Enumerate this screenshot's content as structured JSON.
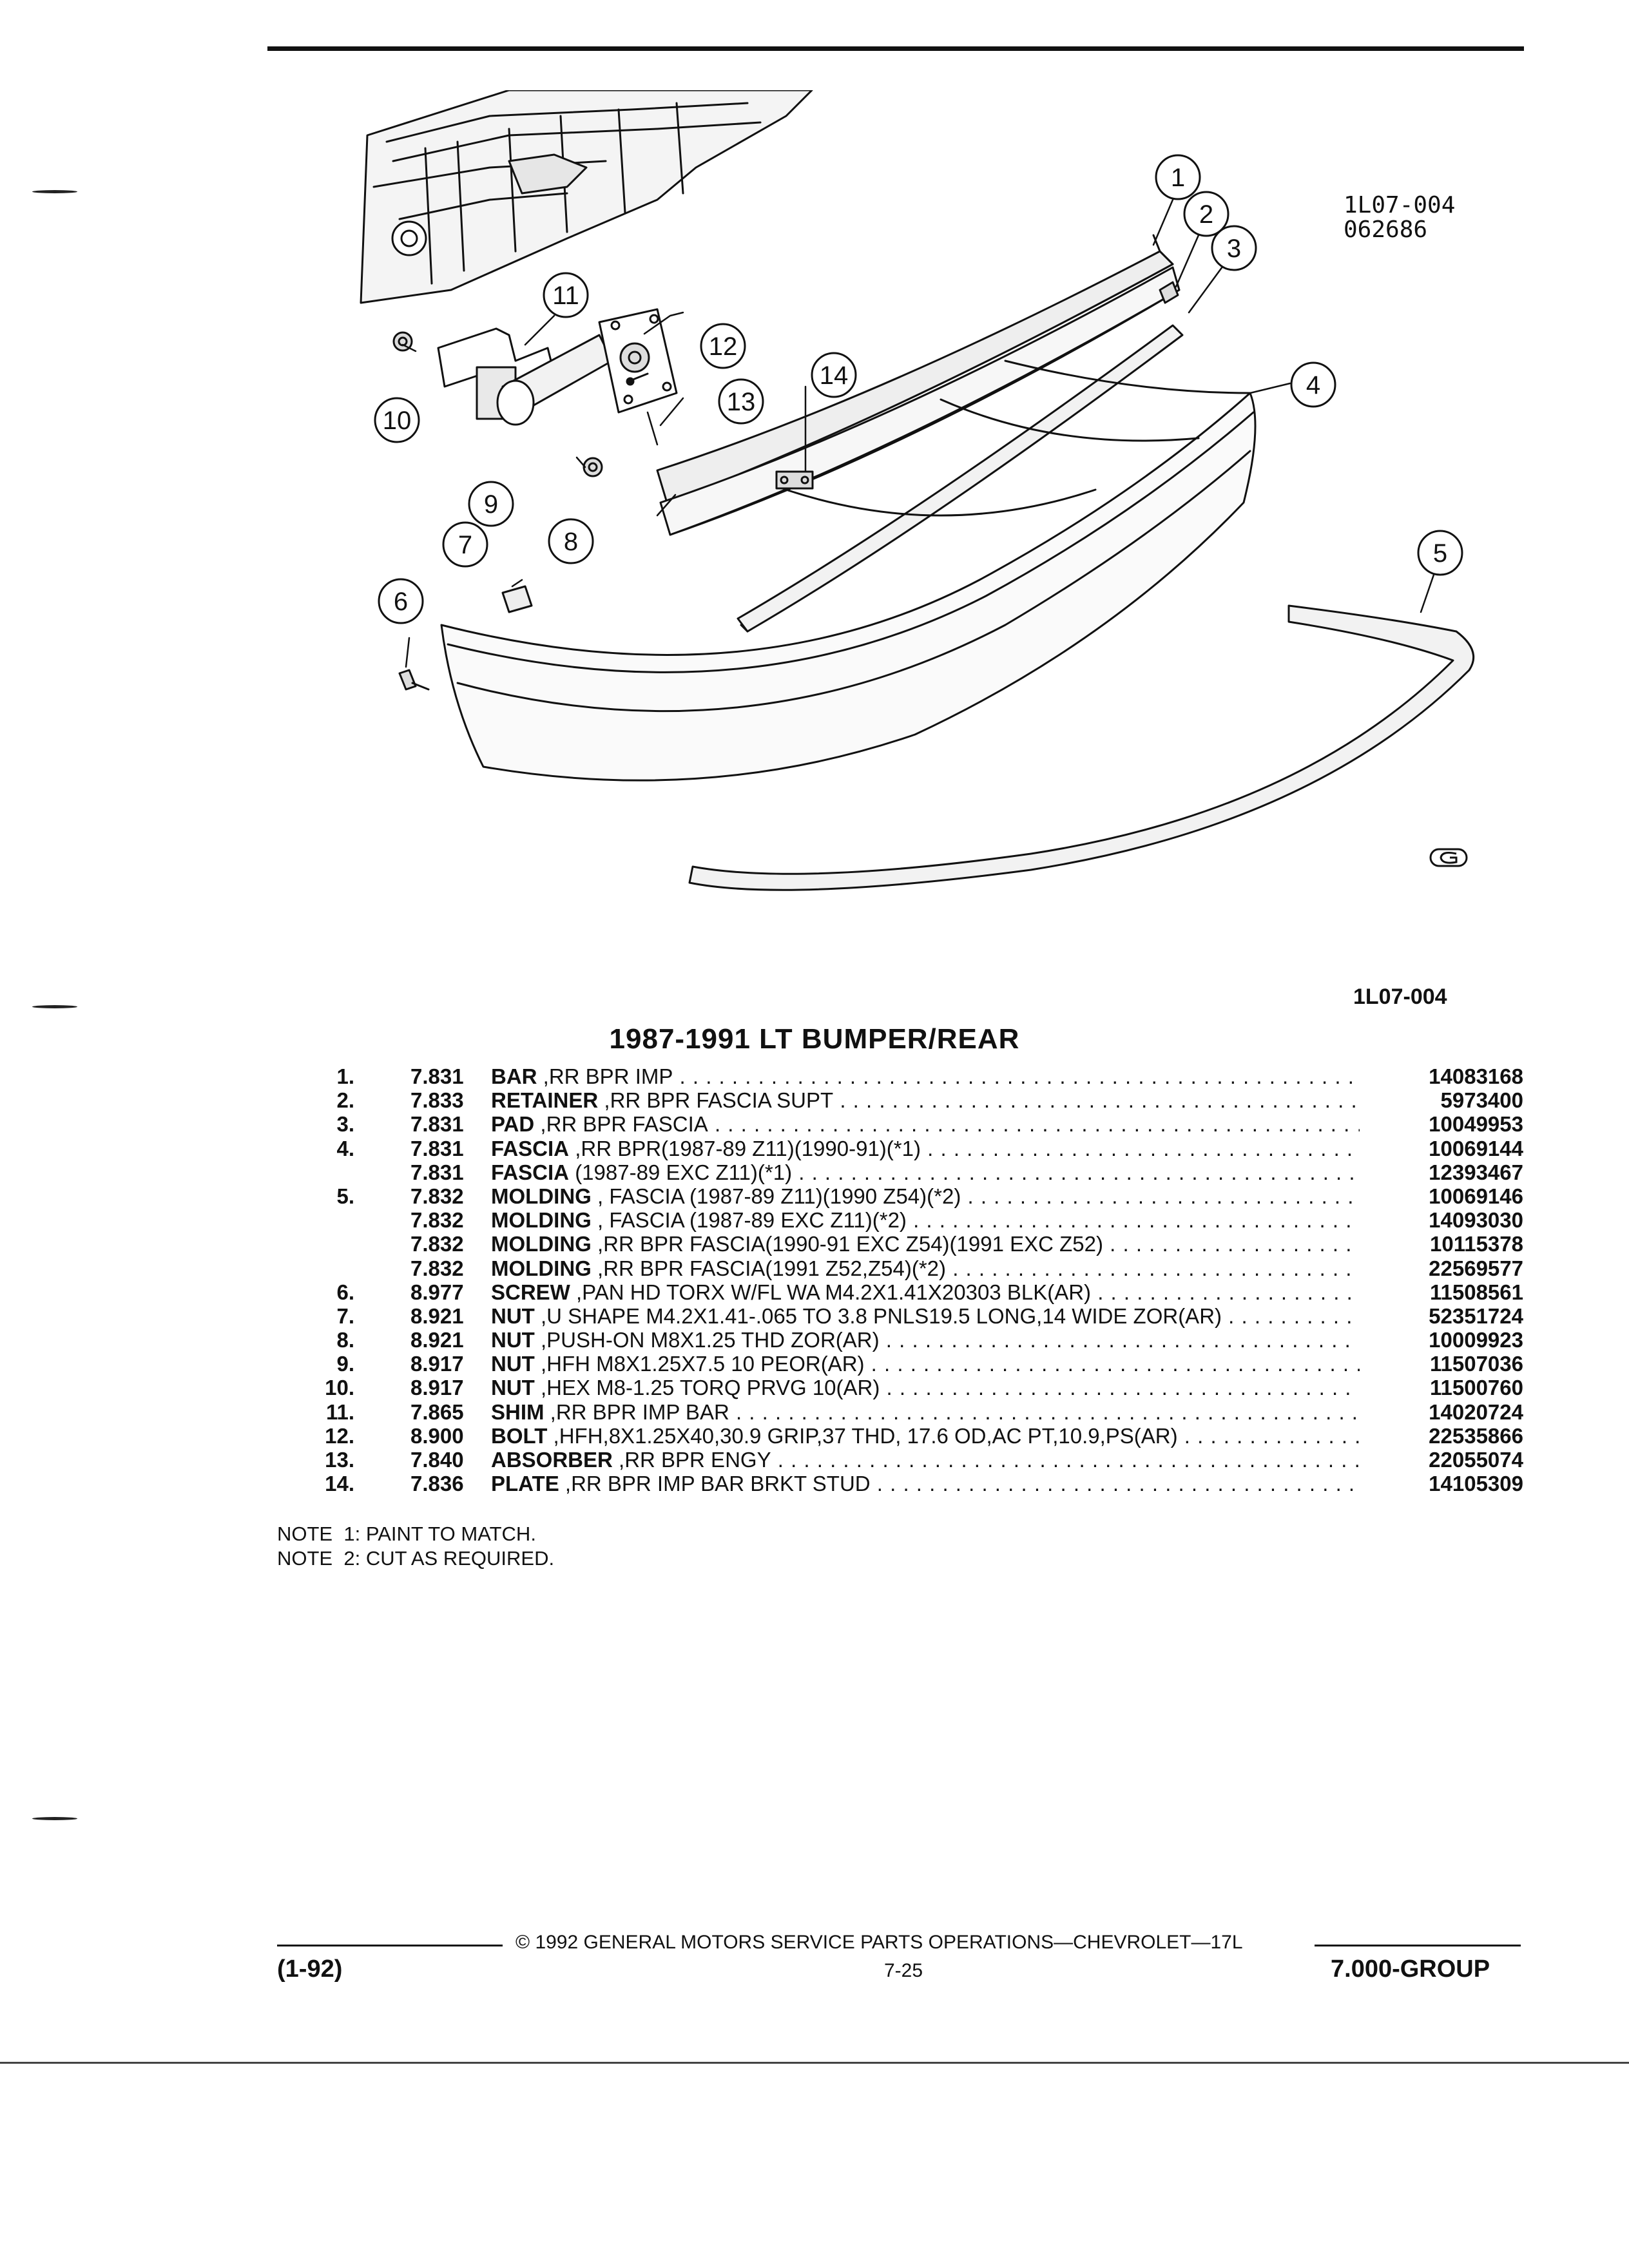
{
  "figure": {
    "id_line1": "1L07-004",
    "id_line2": "062686",
    "ref": "1L07-004",
    "logo": "GM-logo",
    "callouts": [
      "1",
      "2",
      "3",
      "4",
      "5",
      "6",
      "7",
      "8",
      "9",
      "10",
      "11",
      "12",
      "13",
      "14"
    ]
  },
  "title": "1987-1991 LT BUMPER/REAR",
  "parts": [
    {
      "num": "1.",
      "group": "7.831",
      "name": "BAR",
      "desc": ",RR BPR IMP",
      "pn": "14083168"
    },
    {
      "num": "2.",
      "group": "7.833",
      "name": "RETAINER",
      "desc": ",RR BPR FASCIA SUPT",
      "pn": "5973400"
    },
    {
      "num": "3.",
      "group": "7.831",
      "name": "PAD",
      "desc": ",RR BPR FASCIA",
      "pn": "10049953"
    },
    {
      "num": "4.",
      "group": "7.831",
      "name": "FASCIA",
      "desc": ",RR BPR(1987-89 Z11)(1990-91)(*1)",
      "pn": "10069144"
    },
    {
      "num": "",
      "group": "7.831",
      "name": "FASCIA",
      "desc": "(1987-89 EXC Z11)(*1)",
      "pn": "12393467"
    },
    {
      "num": "5.",
      "group": "7.832",
      "name": "MOLDING",
      "desc": ", FASCIA (1987-89 Z11)(1990 Z54)(*2)",
      "pn": "10069146"
    },
    {
      "num": "",
      "group": "7.832",
      "name": "MOLDING",
      "desc": ", FASCIA (1987-89 EXC Z11)(*2)",
      "pn": "14093030"
    },
    {
      "num": "",
      "group": "7.832",
      "name": "MOLDING",
      "desc": ",RR BPR FASCIA(1990-91 EXC Z54)(1991 EXC Z52)",
      "pn": "10115378"
    },
    {
      "num": "",
      "group": "7.832",
      "name": "MOLDING",
      "desc": ",RR BPR FASCIA(1991 Z52,Z54)(*2)",
      "pn": "22569577"
    },
    {
      "num": "6.",
      "group": "8.977",
      "name": "SCREW",
      "desc": ",PAN HD TORX W/FL WA M4.2X1.41X20303 BLK(AR)",
      "pn": "11508561"
    },
    {
      "num": "7.",
      "group": "8.921",
      "name": "NUT",
      "desc": ",U SHAPE M4.2X1.41-.065 TO 3.8 PNLS19.5 LONG,14 WIDE ZOR(AR)",
      "pn": "52351724"
    },
    {
      "num": "8.",
      "group": "8.921",
      "name": "NUT",
      "desc": ",PUSH-ON M8X1.25 THD ZOR(AR)",
      "pn": "10009923"
    },
    {
      "num": "9.",
      "group": "8.917",
      "name": "NUT",
      "desc": ",HFH M8X1.25X7.5 10 PEOR(AR)",
      "pn": "11507036"
    },
    {
      "num": "10.",
      "group": "8.917",
      "name": "NUT",
      "desc": ",HEX M8-1.25 TORQ PRVG 10(AR)",
      "pn": "11500760"
    },
    {
      "num": "11.",
      "group": "7.865",
      "name": "SHIM",
      "desc": ",RR BPR IMP BAR",
      "pn": "14020724"
    },
    {
      "num": "12.",
      "group": "8.900",
      "name": "BOLT",
      "desc": ",HFH,8X1.25X40,30.9 GRIP,37 THD, 17.6 OD,AC PT,10.9,PS(AR)",
      "pn": "22535866"
    },
    {
      "num": "13.",
      "group": "7.840",
      "name": "ABSORBER",
      "desc": ",RR BPR ENGY",
      "pn": "22055074"
    },
    {
      "num": "14.",
      "group": "7.836",
      "name": "PLATE",
      "desc": ",RR BPR IMP BAR BRKT STUD",
      "pn": "14105309"
    }
  ],
  "notes": [
    {
      "label": "NOTE  1:",
      "text": "PAINT TO MATCH."
    },
    {
      "label": "NOTE  2:",
      "text": "CUT AS REQUIRED."
    }
  ],
  "footer": {
    "copyright": "©  1992  GENERAL MOTORS SERVICE PARTS OPERATIONS—CHEVROLET—17L",
    "date": "(1-92)",
    "page": "7-25",
    "group": "7.000-GROUP"
  }
}
